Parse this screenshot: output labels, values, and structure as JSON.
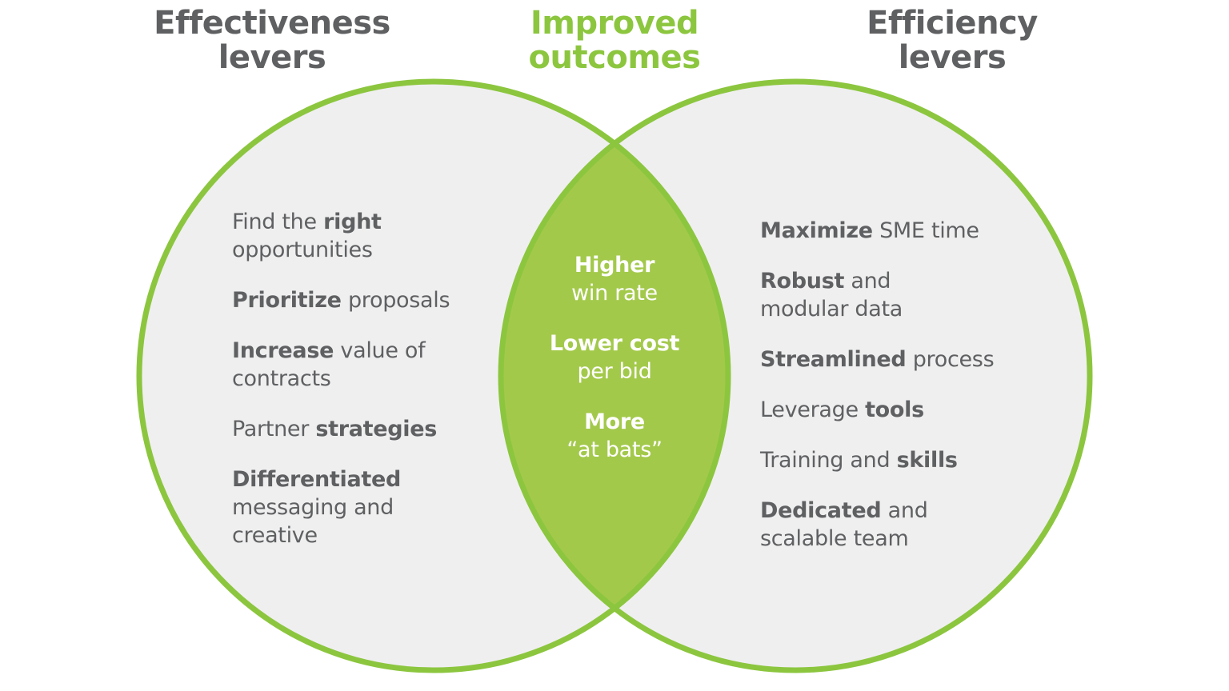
{
  "colors": {
    "accent_green": "#8cc63f",
    "circle_fill": "#efeff0",
    "intersection_fill": "#a3c94b",
    "text_gray": "#5f6062"
  },
  "headers": {
    "left": {
      "line1": "Effectiveness",
      "line2": "levers"
    },
    "center": {
      "line1": "Improved",
      "line2": "outcomes"
    },
    "right": {
      "line1": "Efficiency",
      "line2": "levers"
    }
  },
  "left_items": [
    {
      "l1_pre": "Find the ",
      "l1_bold": "right",
      "l1_post": "",
      "l2": "opportunities",
      "l3": ""
    },
    {
      "l1_pre": "",
      "l1_bold": "Prioritize",
      "l1_post": " proposals",
      "l2": "",
      "l3": ""
    },
    {
      "l1_pre": "",
      "l1_bold": "Increase",
      "l1_post": " value of",
      "l2": "contracts",
      "l3": ""
    },
    {
      "l1_pre": "Partner ",
      "l1_bold": "strategies",
      "l1_post": "",
      "l2": "",
      "l3": ""
    },
    {
      "l1_pre": "",
      "l1_bold": "Differentiated",
      "l1_post": "",
      "l2": "messaging and",
      "l3": "creative"
    }
  ],
  "center_items": [
    {
      "bold": "Higher",
      "rest": "win rate"
    },
    {
      "bold": "Lower cost",
      "rest": "per bid"
    },
    {
      "bold": "More",
      "rest": "“at bats”"
    }
  ],
  "right_items": [
    {
      "l1_pre": "",
      "l1_bold": "Maximize",
      "l1_post": " SME time",
      "l2": ""
    },
    {
      "l1_pre": "",
      "l1_bold": "Robust",
      "l1_post": " and",
      "l2": "modular data"
    },
    {
      "l1_pre": "",
      "l1_bold": "Streamlined",
      "l1_post": " process",
      "l2": ""
    },
    {
      "l1_pre": "Leverage ",
      "l1_bold": "tools",
      "l1_post": "",
      "l2": ""
    },
    {
      "l1_pre": "Training and ",
      "l1_bold": "skills",
      "l1_post": "",
      "l2": ""
    },
    {
      "l1_pre": "",
      "l1_bold": "Dedicated",
      "l1_post": " and",
      "l2": "scalable team"
    }
  ]
}
